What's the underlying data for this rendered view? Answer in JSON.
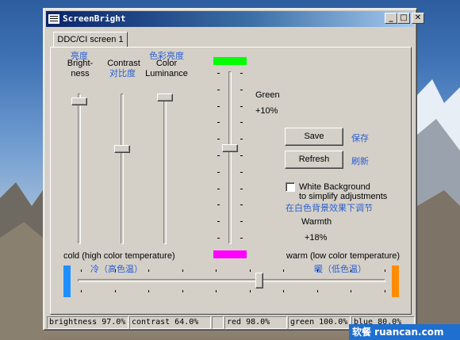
{
  "window": {
    "title": "ScreenBright"
  },
  "titlebar_buttons": {
    "minimize": "_",
    "maximize": "□",
    "close": "✕"
  },
  "tab": {
    "label": "DDC/CI screen 1"
  },
  "sliders": {
    "brightness": {
      "label_cn": "亮度",
      "label_en": "Bright-\nness",
      "value": 97.0
    },
    "contrast": {
      "label_en": "Contrast",
      "label_cn": "对比度",
      "value": 64.0
    },
    "luminance": {
      "label_cn": "色彩亮度",
      "label_en": "Color\nLuminance",
      "value": 100.0
    },
    "green": {
      "label": "Green",
      "value_text": "+10%",
      "swatch_top": "#00ff00",
      "swatch_bottom": "#ff00ff"
    }
  },
  "buttons": {
    "save": {
      "label": "Save",
      "label_cn": "保存"
    },
    "refresh": {
      "label": "Refresh",
      "label_cn": "刷新"
    }
  },
  "checkbox": {
    "label_line1": "White Background",
    "label_line2": "to simplify adjustments",
    "label_cn": "在白色背景效果下调节",
    "checked": false
  },
  "warmth": {
    "label": "Warmth",
    "value_text": "+18%",
    "cold_label": "cold (high color temperature)",
    "cold_label_cn": "冷（高色温）",
    "warm_label": "warm (low color temperature)",
    "warm_label_cn": "暖（低色温）",
    "cold_color": "#1e90ff",
    "warm_color": "#ff8c00",
    "slider_value": 0.59
  },
  "statusbar": {
    "brightness": "brightness 97.0%",
    "contrast": "contrast 64.0%",
    "blank": "",
    "red": "red 98.0%",
    "green": "green 100.0%",
    "blue": "blue 80.0%"
  },
  "watermark": {
    "text": "软餐 ruancan.com"
  }
}
